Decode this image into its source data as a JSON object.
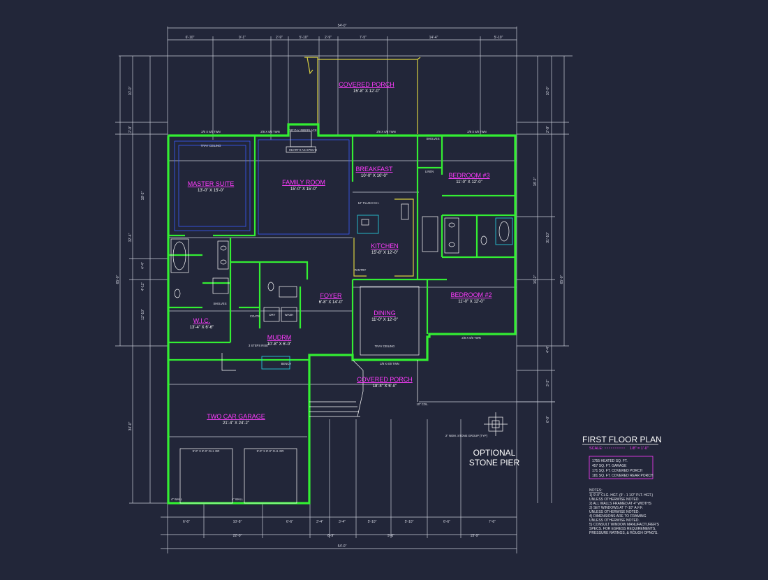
{
  "plan": {
    "overall_width": "54'-0\"",
    "overall_depth": "65'-0\"",
    "top_dims": [
      "6'-10\"",
      "9'-1\"",
      "2'-9\"",
      "5'-10\"",
      "2'-9\"",
      "7'-5\"",
      "14'-4\"",
      "5'-10\""
    ],
    "bottom_dims": [
      "6'-6\"",
      "10'-8\"",
      "6'-6\"",
      "3'-4\"",
      "3'-4\"",
      "5'-10\"",
      "5'-10\"",
      "6'-6\"",
      "7'-6\""
    ],
    "bottom_dims2": [
      "22'-0\"",
      "6'-9\"",
      "9'-6\"",
      "15'-9\""
    ],
    "left_dims": [
      "10'-0\"",
      "2'-9\"",
      "18'-2\"",
      "32'-4\"",
      "4'-4\"",
      "4'-11\"",
      "12'-10\"",
      "34'-0\""
    ],
    "right_dims": [
      "10'-0\"",
      "2'-9\"",
      "18'-2\"",
      "31'-10\"",
      "16'-2\"",
      "4'-4\"",
      "3'-3\"",
      "6'-0\"",
      "65'-0\""
    ],
    "rooms": [
      {
        "name": "COVERED PORCH",
        "size": "15'-8\" X 12'-0\""
      },
      {
        "name": "MASTER SUITE",
        "size": "13'-0\" X 15'-0\""
      },
      {
        "name": "FAMILY ROOM",
        "size": "15'-0\" X 15'-0\""
      },
      {
        "name": "BREAKFAST",
        "size": "10'-0\" X 10'-0\""
      },
      {
        "name": "BEDROOM #3",
        "size": "11'-0\" X 12'-0\""
      },
      {
        "name": "KITCHEN",
        "size": "15'-8\" X 12'-0\""
      },
      {
        "name": "FOYER",
        "size": "6'-8\" X 14'-0\""
      },
      {
        "name": "DINING",
        "size": "11'-0\" X 12'-0\""
      },
      {
        "name": "BEDROOM #2",
        "size": "11'-0\" X 12'-0\""
      },
      {
        "name": "W.I.C.",
        "size": "13'-4\" X 6'-6\""
      },
      {
        "name": "MUDRM",
        "size": "10'-8\" X 6'-0\""
      },
      {
        "name": "COVERED PORCH",
        "size": "18'-4\" X 6'-0\""
      },
      {
        "name": "TWO CAR GARAGE",
        "size": "21'-4\" X 24'-2\""
      }
    ],
    "labels": {
      "tray_ceiling": "TRAY CEILING",
      "fireplace": "36\" D.V. FIREPLACE",
      "hearth": "HEARTH AS SPEC'D",
      "shelves": "SHELVES",
      "linen": "LINEN",
      "shelves2": "SHELVES",
      "pantry": "PANTRY",
      "bench": "BENCH",
      "coats": "COATS",
      "wash": "WASH",
      "dryer": "DRY",
      "steps_rise": "3 STEPS RISE",
      "tray_ceiling2": "TRAY CEILING",
      "column": "10\" COL.",
      "garage_door1": "9'-0\" X 8'-0\" O.H. DR",
      "garage_door2": "9'-0\" X 8'-0\" O.H. DR",
      "wall1": "4\" WALL",
      "wall2": "4\" WALL",
      "stone_pier": "2\" NOM. STONE GROUP (TYP)",
      "twin1": "2/0 X 6/0 TWN",
      "twin2": "2/8 X 6/0 TWN",
      "twin3": "2/8 X 6/0 TWN",
      "twin4": "2/8 X 6/0 TWN",
      "twin5": "2/8 X 6/0 TWN",
      "twin6": "2/8 X 6/0 TWN",
      "flush_oh": "12\" FLUSH O.H.",
      "optional_title": "OPTIONAL",
      "optional_sub": "STONE PIER"
    }
  },
  "title_block": {
    "title": "FIRST FLOOR PLAN",
    "scale_label": "SCALE: ",
    "scale_value": "1/8\" = 1'-0\"",
    "areas": [
      "1755 HEATED SQ. FT.",
      "457 SQ. FT. GARAGE",
      "171 SQ. FT. COVERED PORCH",
      "181 SQ. FT. COVERED REAR PORCH"
    ],
    "notes_title": "NOTES:",
    "notes": [
      "1)  9'-0\" CLG. HGT. (9' - 1 1/2\" PLT. HGT.)",
      "      UNLESS OTHERWISE NOTED.",
      "2)  ALL WALLS FRAMED AT 4\" WIDTHS",
      "3)  SET WINDOWS AT 7'-10\" A.F.F.",
      "      UNLESS OTHERWISE NOTED.",
      "4)  DIMENSIONS ARE TO FRAMING",
      "      UNLESS OTHERWISE NOTED.",
      "5)  CONSULT WINDOW MANUFACTURER'S",
      "      SPECS. FOR EGRESS REQUIREMENTS,",
      "      PRESSURE RATINGS, & ROUGH OPNG'S."
    ]
  },
  "colors": {
    "background": "#222639",
    "walls": "#33ee33",
    "room_labels": "#ff3cff",
    "porch": "#d8d040"
  }
}
